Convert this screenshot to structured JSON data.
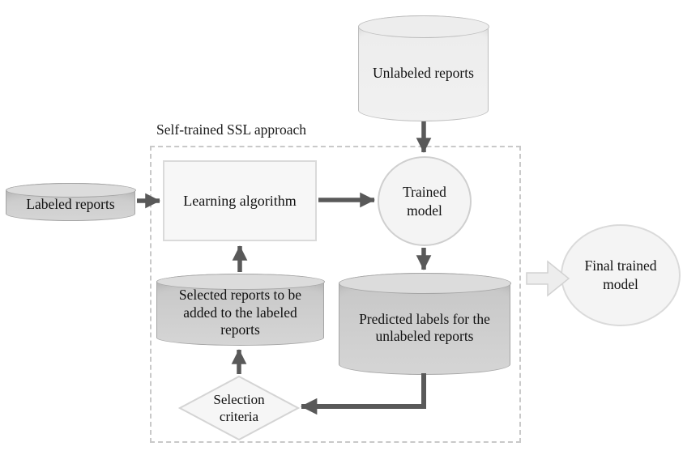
{
  "diagram": {
    "title": "Self-trained SSL approach",
    "nodes": {
      "unlabeled_reports": {
        "label": "Unlabeled reports",
        "shape": "cylinder"
      },
      "labeled_reports": {
        "label": "Labeled reports",
        "shape": "cylinder"
      },
      "learning_algorithm": {
        "label": "Learning algorithm",
        "shape": "rectangle"
      },
      "trained_model": {
        "label": "Trained model",
        "shape": "circle"
      },
      "predicted_labels": {
        "label": "Predicted labels for the unlabeled reports",
        "shape": "cylinder"
      },
      "selected_reports": {
        "label": "Selected reports to be added to the labeled reports",
        "shape": "cylinder"
      },
      "selection_criteria": {
        "label": "Selection criteria",
        "shape": "diamond"
      },
      "final_trained_model": {
        "label": "Final trained model",
        "shape": "circle"
      }
    },
    "edges": [
      {
        "from": "unlabeled_reports",
        "to": "trained_model"
      },
      {
        "from": "labeled_reports",
        "to": "learning_algorithm"
      },
      {
        "from": "learning_algorithm",
        "to": "trained_model"
      },
      {
        "from": "trained_model",
        "to": "predicted_labels"
      },
      {
        "from": "predicted_labels",
        "to": "selection_criteria"
      },
      {
        "from": "selection_criteria",
        "to": "selected_reports"
      },
      {
        "from": "selected_reports",
        "to": "learning_algorithm"
      },
      {
        "from": "ssl_box",
        "to": "final_trained_model",
        "style": "block-arrow"
      }
    ],
    "colors": {
      "arrow": "#595959",
      "dashed_border": "#c9c9c9",
      "cylinder_dark_fill": "#cdcdcd",
      "cylinder_light_fill": "#efefef",
      "node_fill": "#f4f4f4",
      "node_border": "#cfcfcf",
      "text": "#111111",
      "background": "#ffffff"
    }
  }
}
